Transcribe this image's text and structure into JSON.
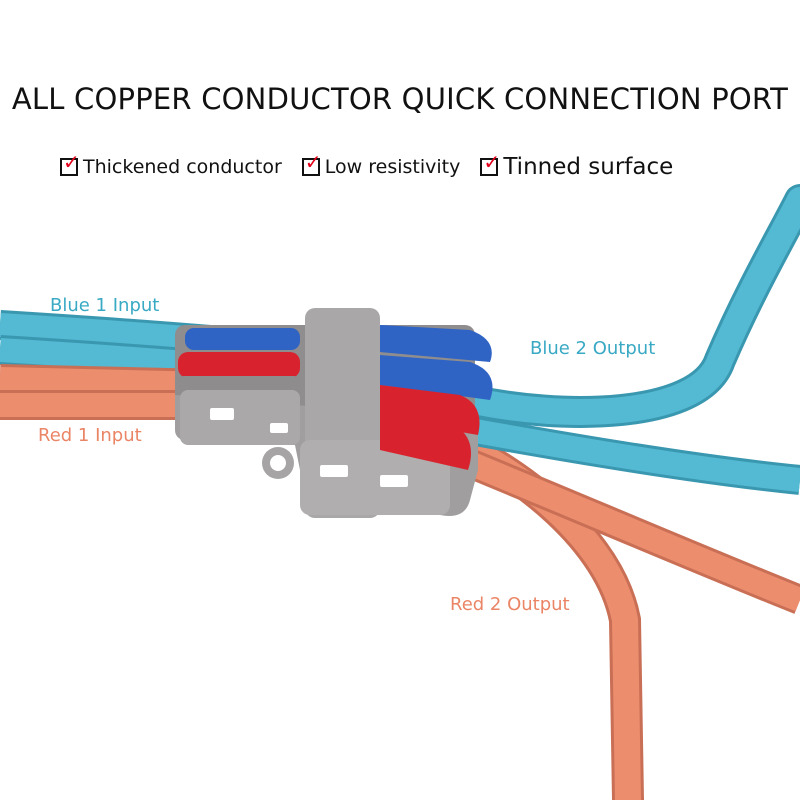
{
  "title": "ALL COPPER CONDUCTOR QUICK CONNECTION PORT",
  "features": [
    {
      "label": "Thickened conductor",
      "checked": true
    },
    {
      "label": "Low resistivity",
      "checked": true
    },
    {
      "label": "Tinned surface",
      "checked": true
    }
  ],
  "wire_labels": {
    "blue_1_input": "Blue 1 Input",
    "blue_2_output": "Blue 2 Output",
    "red_1_input": "Red 1 Input",
    "red_2_output": "Red 2 Output"
  },
  "colors": {
    "blue_wire": "#54b9d2",
    "blue_label": "#39a9c4",
    "red_wire": "#ec8d6e",
    "red_label": "#ea8566",
    "connector_gray": "#a09e9e",
    "lever_blue": "#2f63c4",
    "lever_red": "#d8232f",
    "checkmark": "#e3001b"
  },
  "icons": [
    "checkbox-icon",
    "wire-connector-icon"
  ]
}
